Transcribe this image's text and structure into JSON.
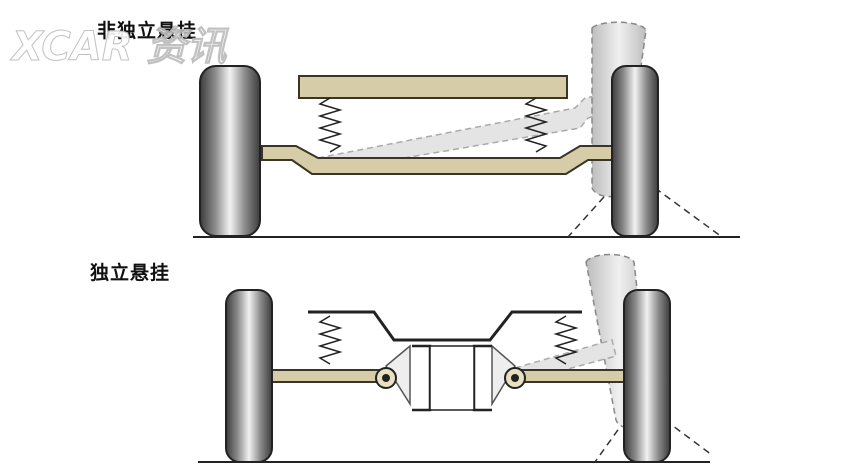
{
  "diagram": {
    "top_label": "非独立悬挂",
    "bottom_label": "独立悬挂"
  },
  "watermark": {
    "text": "XCAR 资讯"
  },
  "colors": {
    "frame_fill": "#d6cca7",
    "frame_stroke": "#3a3526",
    "tire_dark": "#4a4a4a",
    "tire_light": "#e6e6e6",
    "ground": "#222222",
    "ghost": "#cfcfcf",
    "watermark": "#ffffff"
  }
}
